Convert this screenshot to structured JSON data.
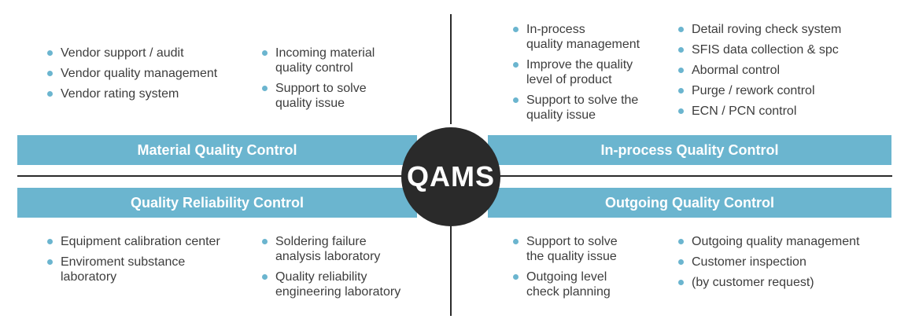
{
  "center": {
    "label": "QAMS"
  },
  "quadrants": {
    "material": {
      "title": "Material Quality Control",
      "col1": [
        "Vendor support / audit",
        "Vendor quality management",
        "Vendor rating system"
      ],
      "col2": [
        [
          "Incoming material",
          "quality control"
        ],
        [
          "Support to solve",
          "quality issue"
        ]
      ]
    },
    "inprocess": {
      "title": "In-process Quality Control",
      "col1": [
        [
          "In-process",
          "quality management"
        ],
        [
          "Improve the quality",
          "level of product"
        ],
        [
          "Support to solve the",
          "quality issue"
        ]
      ],
      "col2": [
        "Detail roving check system",
        "SFIS data collection & spc",
        "Abormal control",
        "Purge / rework control",
        "ECN / PCN control"
      ]
    },
    "reliability": {
      "title": "Quality Reliability Control",
      "col1": [
        [
          "Equipment calibration center"
        ],
        [
          "Enviroment substance",
          "laboratory"
        ]
      ],
      "col2": [
        [
          "Soldering failure",
          "analysis laboratory"
        ],
        [
          "Quality reliability",
          "engineering laboratory"
        ]
      ]
    },
    "outgoing": {
      "title": "Outgoing Quality Control",
      "col1": [
        [
          "Support to solve",
          "the quality issue"
        ],
        [
          "Outgoing level",
          "check planning"
        ]
      ],
      "col2": [
        "Outgoing quality management",
        "Customer inspection",
        "(by customer request)"
      ]
    }
  },
  "colors": {
    "accent": "#6bb5cf",
    "dark": "#2a2a2a",
    "text": "#3d3d3d"
  }
}
